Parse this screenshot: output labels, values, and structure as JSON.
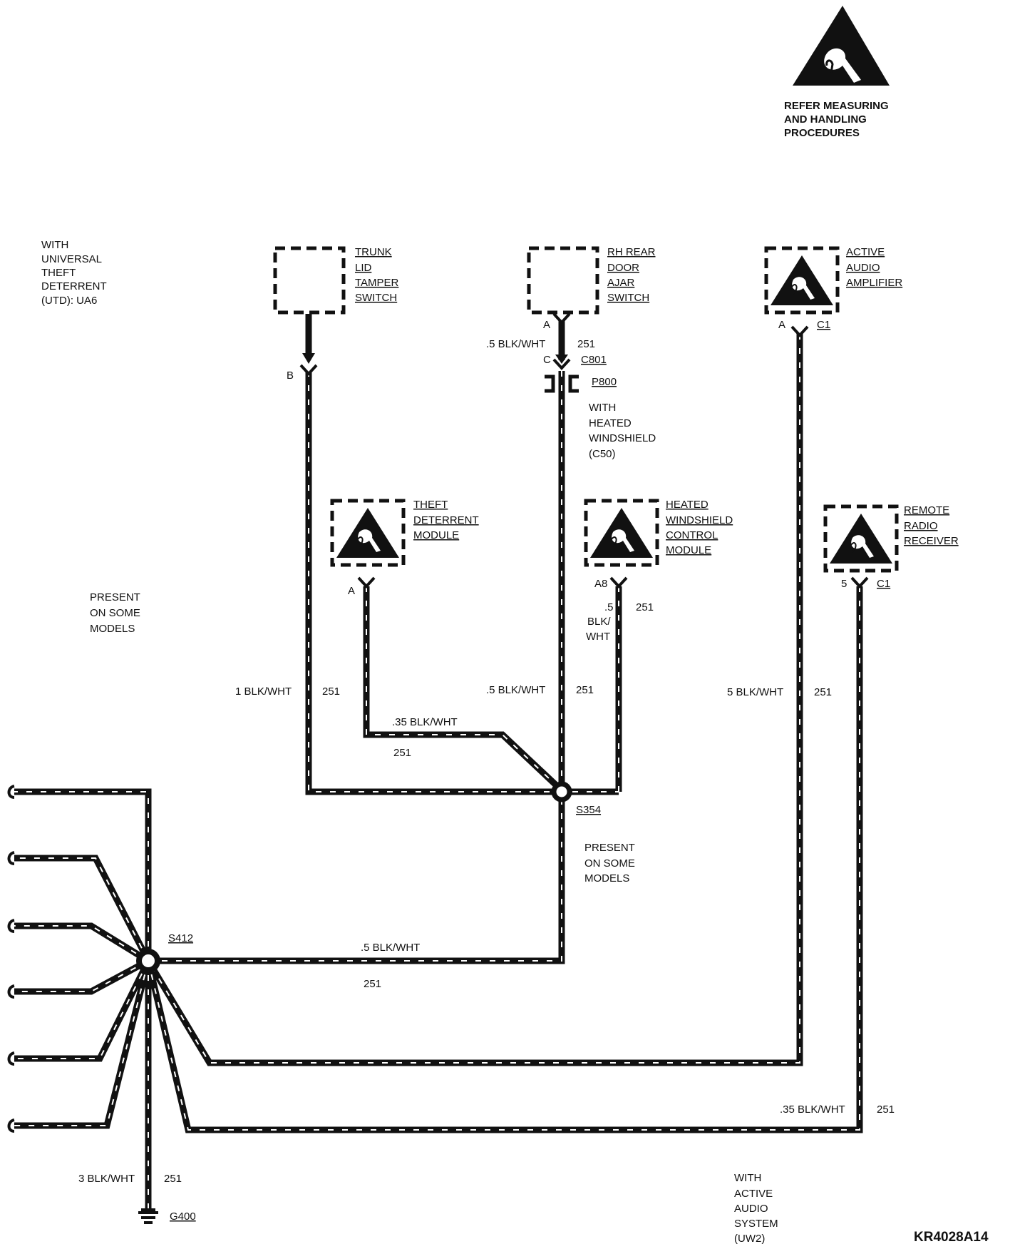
{
  "warning": {
    "icon": "esd-warning-icon",
    "lines": [
      "REFER MEASURING",
      "AND HANDLING",
      "PROCEDURES"
    ]
  },
  "notes": {
    "utd": [
      "WITH",
      "UNIVERSAL",
      "THEFT",
      "DETERRENT",
      "(UTD): UA6"
    ],
    "present_left": [
      "PRESENT",
      "ON SOME",
      "MODELS"
    ],
    "heated_windshield": [
      "WITH",
      "HEATED",
      "WINDSHIELD",
      "(C50)"
    ],
    "present_center": [
      "PRESENT",
      "ON SOME",
      "MODELS"
    ],
    "active_audio": [
      "WITH",
      "ACTIVE",
      "AUDIO",
      "SYSTEM",
      "(UW2)"
    ]
  },
  "components": {
    "trunk_switch": [
      "TRUNK",
      "LID",
      "TAMPER",
      "SWITCH"
    ],
    "door_switch": [
      "RH REAR",
      "DOOR",
      "AJAR",
      "SWITCH"
    ],
    "amplifier": [
      "ACTIVE",
      "AUDIO",
      "AMPLIFIER"
    ],
    "theft_module": [
      "THEFT",
      "DETERRENT",
      "MODULE"
    ],
    "heated_module": [
      "HEATED",
      "WINDSHIELD",
      "CONTROL",
      "MODULE"
    ],
    "remote_receiver": [
      "REMOTE",
      "RADIO",
      "RECEIVER"
    ]
  },
  "pins": {
    "trunk_b": "B",
    "door_a": "A",
    "door_c": "C",
    "amp_a": "A",
    "amp_c1": "C1",
    "theft_a": "A",
    "heated_a8": "A8",
    "receiver_5": "5",
    "receiver_c1": "C1"
  },
  "connectors": {
    "c801": "C801",
    "p800": "P800",
    "s354": "S354",
    "s412": "S412",
    "g400": "G400"
  },
  "wires": {
    "door_top": ".5 BLK/WHT",
    "door_top_circuit": "251",
    "trunk_main": "1 BLK/WHT",
    "trunk_circuit": "251",
    "door_main": ".5 BLK/WHT",
    "door_circuit": "251",
    "amp_main": "5 BLK/WHT",
    "amp_circuit": "251",
    "theft_wire": ".35 BLK/WHT",
    "theft_circuit": "251",
    "heated_wire": [
      ".5",
      "BLK/",
      "WHT"
    ],
    "heated_circuit": "251",
    "s412_wire": ".5 BLK/WHT",
    "s412_circuit": "251",
    "receiver_wire": ".35 BLK/WHT",
    "receiver_circuit": "251",
    "ground_wire": "3 BLK/WHT",
    "ground_circuit": "251"
  },
  "diagram_code": "KR4028A14"
}
